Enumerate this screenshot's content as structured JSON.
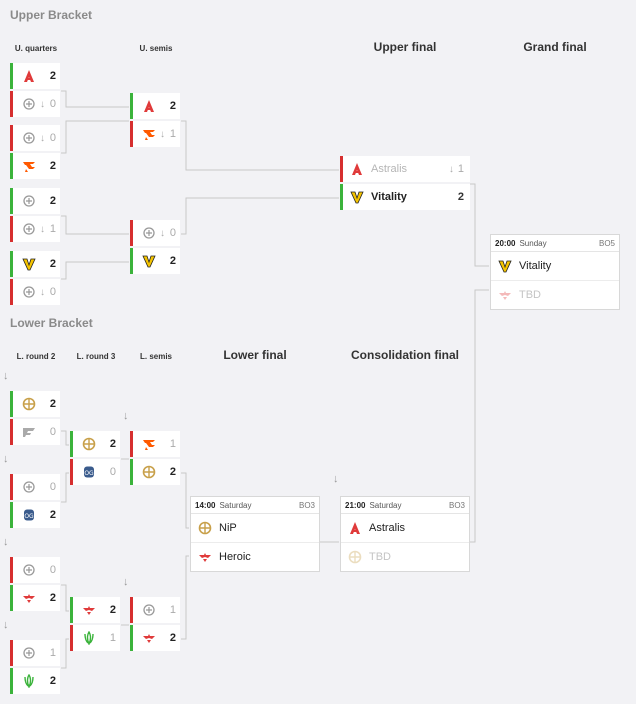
{
  "upper_bracket_title": "Upper Bracket",
  "lower_bracket_title": "Lower Bracket",
  "columns": {
    "u_quarters": "U. quarters",
    "u_semis": "U. semis",
    "upper_final": "Upper final",
    "grand_final": "Grand final",
    "l_round2": "L. round 2",
    "l_round3": "L. round 3",
    "l_semis": "L. semis",
    "lower_final": "Lower final",
    "consolidation_final": "Consolidation final"
  },
  "matches": {
    "uq1": {
      "top": {
        "icon": "astralis-logo-icon",
        "score": "2"
      },
      "bottom": {
        "icon": "team-logo-icon",
        "score": "0"
      }
    },
    "uq2": {
      "top": {
        "icon": "team-logo-icon",
        "score": "0"
      },
      "bottom": {
        "icon": "fnatic-logo-icon",
        "score": "2"
      }
    },
    "uq3": {
      "top": {
        "icon": "team-logo-icon",
        "score": "2"
      },
      "bottom": {
        "icon": "team-logo-icon",
        "score": "1"
      }
    },
    "uq4": {
      "top": {
        "icon": "vitality-logo-icon",
        "score": "2"
      },
      "bottom": {
        "icon": "team-logo-icon",
        "score": "0"
      }
    },
    "us1": {
      "top": {
        "icon": "astralis-logo-icon",
        "score": "2"
      },
      "bottom": {
        "icon": "fnatic-logo-icon",
        "score": "1"
      }
    },
    "us2": {
      "top": {
        "icon": "team-logo-icon",
        "score": "0"
      },
      "bottom": {
        "icon": "vitality-logo-icon",
        "score": "2"
      }
    },
    "uf": {
      "top": {
        "name": "Astralis",
        "score": "1"
      },
      "bottom": {
        "name": "Vitality",
        "score": "2"
      }
    },
    "lr2_1": {
      "top": {
        "icon": "nip-logo-icon",
        "score": "2"
      },
      "bottom": {
        "icon": "faze-logo-icon",
        "score": "0"
      }
    },
    "lr2_2": {
      "top": {
        "icon": "team-logo-icon",
        "score": "0"
      },
      "bottom": {
        "icon": "og-logo-icon",
        "score": "2"
      }
    },
    "lr2_3": {
      "top": {
        "icon": "team-logo-icon",
        "score": "0"
      },
      "bottom": {
        "icon": "heroic-logo-icon",
        "score": "2"
      }
    },
    "lr2_4": {
      "top": {
        "icon": "team-logo-icon",
        "score": "1"
      },
      "bottom": {
        "icon": "sprout-logo-icon",
        "score": "2"
      }
    },
    "lr3_1": {
      "top": {
        "icon": "nip-logo-icon",
        "score": "2"
      },
      "bottom": {
        "icon": "og-logo-icon",
        "score": "0"
      }
    },
    "lr3_2": {
      "top": {
        "icon": "heroic-logo-icon",
        "score": "2"
      },
      "bottom": {
        "icon": "sprout-logo-icon",
        "score": "1"
      }
    },
    "ls1": {
      "top": {
        "icon": "fnatic-logo-icon",
        "score": "1"
      },
      "bottom": {
        "icon": "nip-logo-icon",
        "score": "2"
      }
    },
    "ls2": {
      "top": {
        "icon": "team-logo-icon",
        "score": "1"
      },
      "bottom": {
        "icon": "heroic-logo-icon",
        "score": "2"
      }
    }
  },
  "grand_final": {
    "time": "20:00",
    "day": "Sunday",
    "format": "BO5",
    "team1": "Vitality",
    "team2": "TBD"
  },
  "lower_final": {
    "time": "14:00",
    "day": "Saturday",
    "format": "BO3",
    "team1": "NiP",
    "team2": "Heroic"
  },
  "consolidation_final": {
    "time": "21:00",
    "day": "Saturday",
    "format": "BO3",
    "team1": "Astralis",
    "team2": "TBD"
  },
  "colors": {
    "win": "#3bb33b",
    "lose": "#d62f2f",
    "astralis": "#e03a3a",
    "fnatic": "#ff5900",
    "heroic": "#e03a3a",
    "og": "#3a5b8c",
    "sprout": "#3bb33b"
  }
}
